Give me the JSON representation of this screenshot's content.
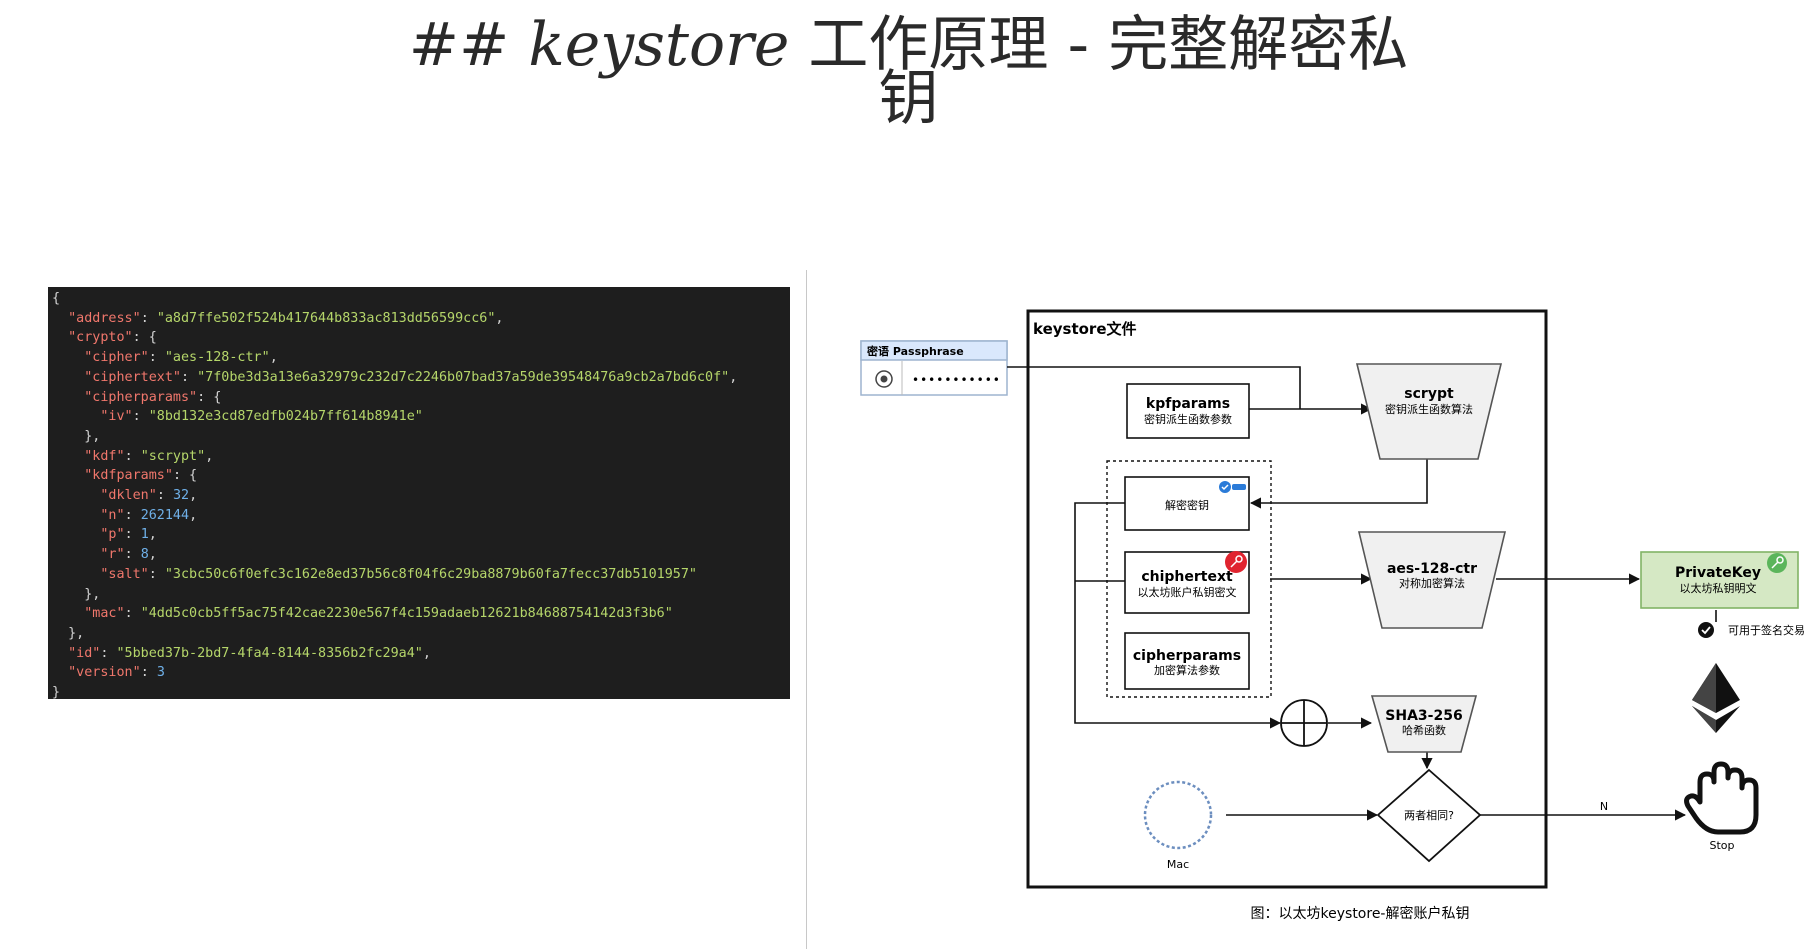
{
  "title": {
    "prefix": "## ",
    "keyword": "keystore",
    "rest": " 工作原理 - 完整解密私",
    "line2": "钥"
  },
  "code_lines": [
    [
      {
        "t": "p",
        "v": "{"
      }
    ],
    [
      {
        "t": "p",
        "v": "  "
      },
      {
        "t": "k",
        "v": "\"address\""
      },
      {
        "t": "p",
        "v": ": "
      },
      {
        "t": "s",
        "v": "\"a8d7ffe502f524b417644b833ac813dd56599cc6\""
      },
      {
        "t": "p",
        "v": ","
      }
    ],
    [
      {
        "t": "p",
        "v": "  "
      },
      {
        "t": "k",
        "v": "\"crypto\""
      },
      {
        "t": "p",
        "v": ": {"
      }
    ],
    [
      {
        "t": "p",
        "v": "    "
      },
      {
        "t": "k",
        "v": "\"cipher\""
      },
      {
        "t": "p",
        "v": ": "
      },
      {
        "t": "s",
        "v": "\"aes-128-ctr\""
      },
      {
        "t": "p",
        "v": ","
      }
    ],
    [
      {
        "t": "p",
        "v": "    "
      },
      {
        "t": "k",
        "v": "\"ciphertext\""
      },
      {
        "t": "p",
        "v": ": "
      },
      {
        "t": "s",
        "v": "\"7f0be3d3a13e6a32979c232d7c2246b07bad37a59de39548476a9cb2a7bd6c0f\""
      },
      {
        "t": "p",
        "v": ","
      }
    ],
    [
      {
        "t": "p",
        "v": "    "
      },
      {
        "t": "k",
        "v": "\"cipherparams\""
      },
      {
        "t": "p",
        "v": ": {"
      }
    ],
    [
      {
        "t": "p",
        "v": "      "
      },
      {
        "t": "k",
        "v": "\"iv\""
      },
      {
        "t": "p",
        "v": ": "
      },
      {
        "t": "s",
        "v": "\"8bd132e3cd87edfb024b7ff614b8941e\""
      }
    ],
    [
      {
        "t": "p",
        "v": "    },"
      }
    ],
    [
      {
        "t": "p",
        "v": "    "
      },
      {
        "t": "k",
        "v": "\"kdf\""
      },
      {
        "t": "p",
        "v": ": "
      },
      {
        "t": "s",
        "v": "\"scrypt\""
      },
      {
        "t": "p",
        "v": ","
      }
    ],
    [
      {
        "t": "p",
        "v": "    "
      },
      {
        "t": "k",
        "v": "\"kdfparams\""
      },
      {
        "t": "p",
        "v": ": {"
      }
    ],
    [
      {
        "t": "p",
        "v": "      "
      },
      {
        "t": "k",
        "v": "\"dklen\""
      },
      {
        "t": "p",
        "v": ": "
      },
      {
        "t": "n",
        "v": "32"
      },
      {
        "t": "p",
        "v": ","
      }
    ],
    [
      {
        "t": "p",
        "v": "      "
      },
      {
        "t": "k",
        "v": "\"n\""
      },
      {
        "t": "p",
        "v": ": "
      },
      {
        "t": "n",
        "v": "262144"
      },
      {
        "t": "p",
        "v": ","
      }
    ],
    [
      {
        "t": "p",
        "v": "      "
      },
      {
        "t": "k",
        "v": "\"p\""
      },
      {
        "t": "p",
        "v": ": "
      },
      {
        "t": "n",
        "v": "1"
      },
      {
        "t": "p",
        "v": ","
      }
    ],
    [
      {
        "t": "p",
        "v": "      "
      },
      {
        "t": "k",
        "v": "\"r\""
      },
      {
        "t": "p",
        "v": ": "
      },
      {
        "t": "n",
        "v": "8"
      },
      {
        "t": "p",
        "v": ","
      }
    ],
    [
      {
        "t": "p",
        "v": "      "
      },
      {
        "t": "k",
        "v": "\"salt\""
      },
      {
        "t": "p",
        "v": ": "
      },
      {
        "t": "s",
        "v": "\"3cbc50c6f0efc3c162e8ed37b56c8f04f6c29ba8879b60fa7fecc37db5101957\""
      }
    ],
    [
      {
        "t": "p",
        "v": "    },"
      }
    ],
    [
      {
        "t": "p",
        "v": "    "
      },
      {
        "t": "k",
        "v": "\"mac\""
      },
      {
        "t": "p",
        "v": ": "
      },
      {
        "t": "s",
        "v": "\"4dd5c0cb5ff5ac75f42cae2230e567f4c159adaeb12621b84688754142d3f3b6\""
      }
    ],
    [
      {
        "t": "p",
        "v": "  },"
      }
    ],
    [
      {
        "t": "p",
        "v": "  "
      },
      {
        "t": "k",
        "v": "\"id\""
      },
      {
        "t": "p",
        "v": ": "
      },
      {
        "t": "s",
        "v": "\"5bbed37b-2bd7-4fa4-8144-8356b2fc29a4\""
      },
      {
        "t": "p",
        "v": ","
      }
    ],
    [
      {
        "t": "p",
        "v": "  "
      },
      {
        "t": "k",
        "v": "\"version\""
      },
      {
        "t": "p",
        "v": ": "
      },
      {
        "t": "n",
        "v": "3"
      }
    ],
    [
      {
        "t": "p",
        "v": "}"
      }
    ]
  ],
  "diagram": {
    "keystore_label": "keystore文件",
    "passphrase_label": "密语 Passphrase",
    "passphrase_value": "•••••••••••",
    "kdfparams": {
      "title": "kpfparams",
      "sub": "密钥派生函数参数"
    },
    "scrypt": {
      "title": "scrypt",
      "sub": "密钥派生函数算法"
    },
    "decrypt_key": "解密密钥",
    "ciphertext": {
      "title": "chiphertext",
      "sub": "以太坊账户私钥密文"
    },
    "cipherparams": {
      "title": "cipherparams",
      "sub": "加密算法参数"
    },
    "aes": {
      "title": "aes-128-ctr",
      "sub": "对称加密算法"
    },
    "privatekey": {
      "title": "PrivateKey",
      "sub": "以太坊私钥明文"
    },
    "sign_note": "可用于签名交易",
    "sha3": {
      "title": "SHA3-256",
      "sub": "哈希函数"
    },
    "compare": "两者相同?",
    "mac": "Mac",
    "n_label": "N",
    "stop": "Stop",
    "caption": "图：以太坊keystore-解密账户私钥"
  },
  "colors": {
    "code_bg": "#1e1e1e",
    "key": "#f0776c",
    "string": "#b5d66a",
    "number": "#6fb0e8",
    "privkey_fill": "#d5e8c4",
    "privkey_stroke": "#82b366",
    "mac_stroke": "#6c8ebf"
  }
}
